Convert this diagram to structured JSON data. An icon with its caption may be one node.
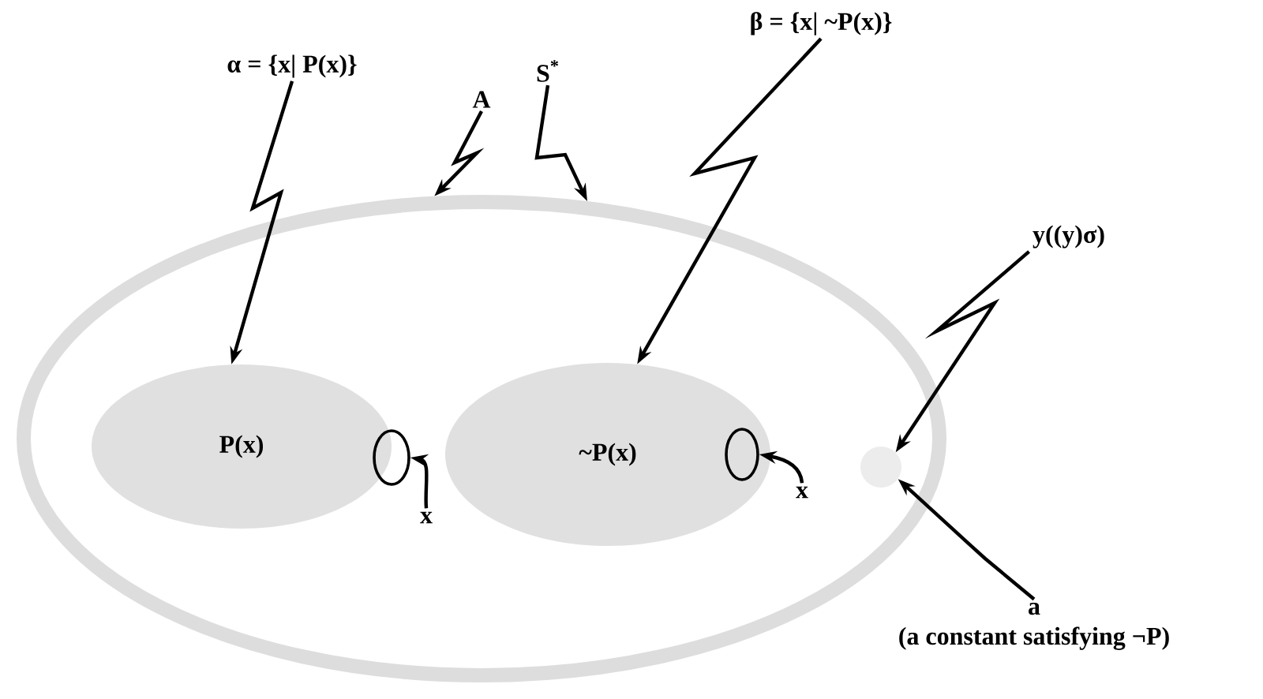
{
  "diagram": {
    "nodes": [
      {
        "text": [],
        "shape": "ellipse"
      },
      {
        "text": [
          "P(x)"
        ],
        "in": 0
      },
      {
        "text": [
          "~P(x)"
        ],
        "in": 0
      },
      {
        "text": [],
        "shape": "ellipse",
        "in": 0
      },
      {
        "text": [],
        "shape": "ellipse",
        "in": 2
      },
      {
        "text": [],
        "shape": "cloud",
        "in": 0
      },
      {
        "text": [
          "α = {x| P(x)}"
        ]
      },
      {
        "text": [
          "A"
        ]
      },
      {
        "text": [
          "S$^{*}$"
        ]
      },
      {
        "text": [
          "β = {x| ~P(x)}"
        ]
      },
      {
        "text": [
          "y((y)σ)"
        ]
      },
      {
        "text": [
          "x"
        ],
        "in": 0
      },
      {
        "text": [
          "x"
        ],
        "in": 0
      },
      {
        "text": [
          "a",
          "(a constant satisfying ¬P)"
        ]
      }
    ],
    "edges": [
      {
        "from": 6,
        "to": 1,
        "arrow": "to"
      },
      {
        "from": 7,
        "to": 0,
        "arrow": "to"
      },
      {
        "from": 8,
        "to": 0,
        "arrow": "to"
      },
      {
        "from": 9,
        "to": 2,
        "arrow": "to"
      },
      {
        "from": 10,
        "to": 5,
        "arrow": "to"
      },
      {
        "from": 13,
        "to": 5,
        "arrow": "to"
      },
      {
        "from": 11,
        "to": 3,
        "arrow": "to"
      },
      {
        "from": 12,
        "to": 4,
        "arrow": "to"
      }
    ]
  }
}
